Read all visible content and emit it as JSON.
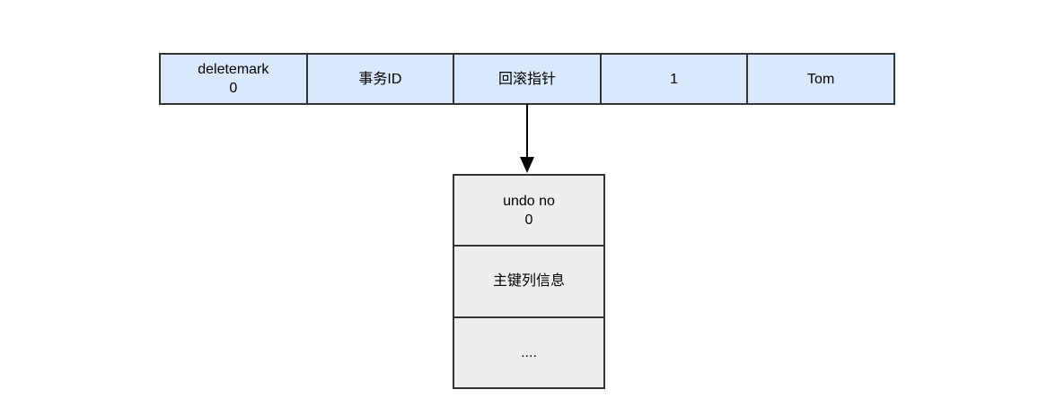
{
  "colors": {
    "record_fill": "#dae8fc",
    "undo_fill": "#eeeeee",
    "border": "#333333",
    "arrow": "#000000",
    "background": "#ffffff"
  },
  "record_row": {
    "cells": [
      {
        "id": "deletemark",
        "label": "deletemark\n0"
      },
      {
        "id": "transaction-id",
        "label": "事务ID"
      },
      {
        "id": "rollback-pointer",
        "label": "回滚指针"
      },
      {
        "id": "primary-key-value",
        "label": "1"
      },
      {
        "id": "name-value",
        "label": "Tom"
      }
    ]
  },
  "undo_log": {
    "cells": [
      {
        "id": "undo-no",
        "label": "undo no\n0"
      },
      {
        "id": "primary-key-info",
        "label": "主键列信息"
      },
      {
        "id": "ellipsis",
        "label": "...."
      }
    ]
  }
}
